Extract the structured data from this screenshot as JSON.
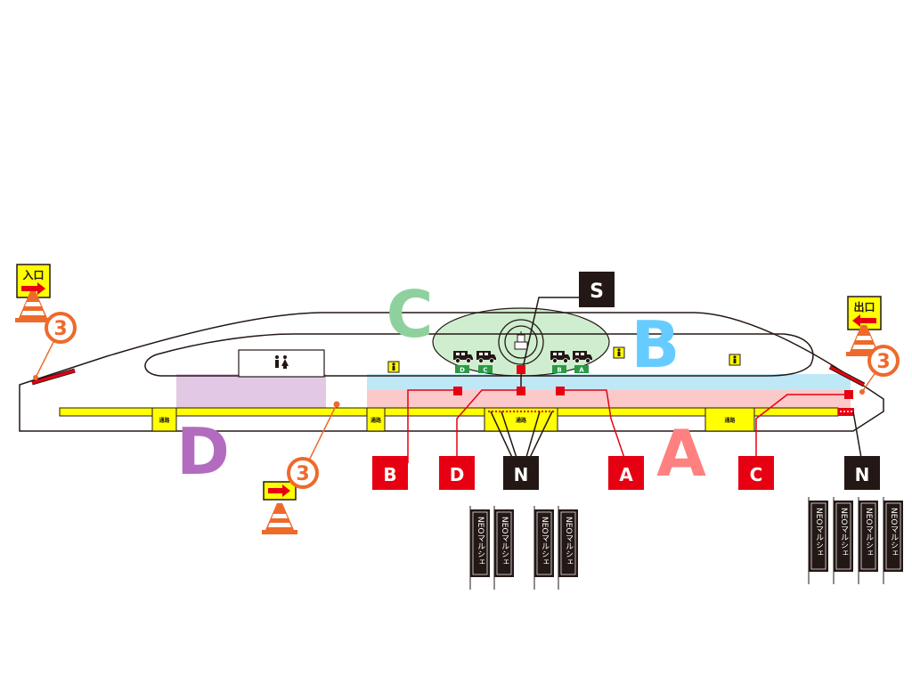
{
  "zones": {
    "a": "A",
    "b": "B",
    "c": "C",
    "d": "D"
  },
  "markers": {
    "s": "S",
    "n_center": "N",
    "n_right": "N",
    "b": "B",
    "d": "D",
    "a": "A",
    "c": "C"
  },
  "signs": {
    "entrance": "入口",
    "exit": "出口",
    "gate_number": "3"
  },
  "passage_label": "通路",
  "banner_text": "NEOマルシェ",
  "food_truck_labels": [
    "D",
    "C",
    "B",
    "A"
  ],
  "icons": {
    "restroom": "restroom-icon",
    "person": "person-icon",
    "fountain": "fountain-icon",
    "food_truck": "food-truck-icon",
    "traffic_cone": "traffic-cone-icon",
    "arrow_right": "arrow-right-icon",
    "arrow_left": "arrow-left-icon"
  },
  "colors": {
    "zone_a": "#ff8080",
    "zone_b": "#66ccff",
    "zone_c": "#8fd19e",
    "zone_d": "#b36bbf",
    "zone_a_fill": "#fbc9c9",
    "zone_b_fill": "#bfe8f7",
    "zone_c_fill": "#cfeecf",
    "zone_d_fill": "#e3c8e5",
    "marker_red": "#e60012",
    "marker_dark": "#231815",
    "passage_yellow": "#ffff00",
    "cone_orange": "#ee6a2b"
  }
}
